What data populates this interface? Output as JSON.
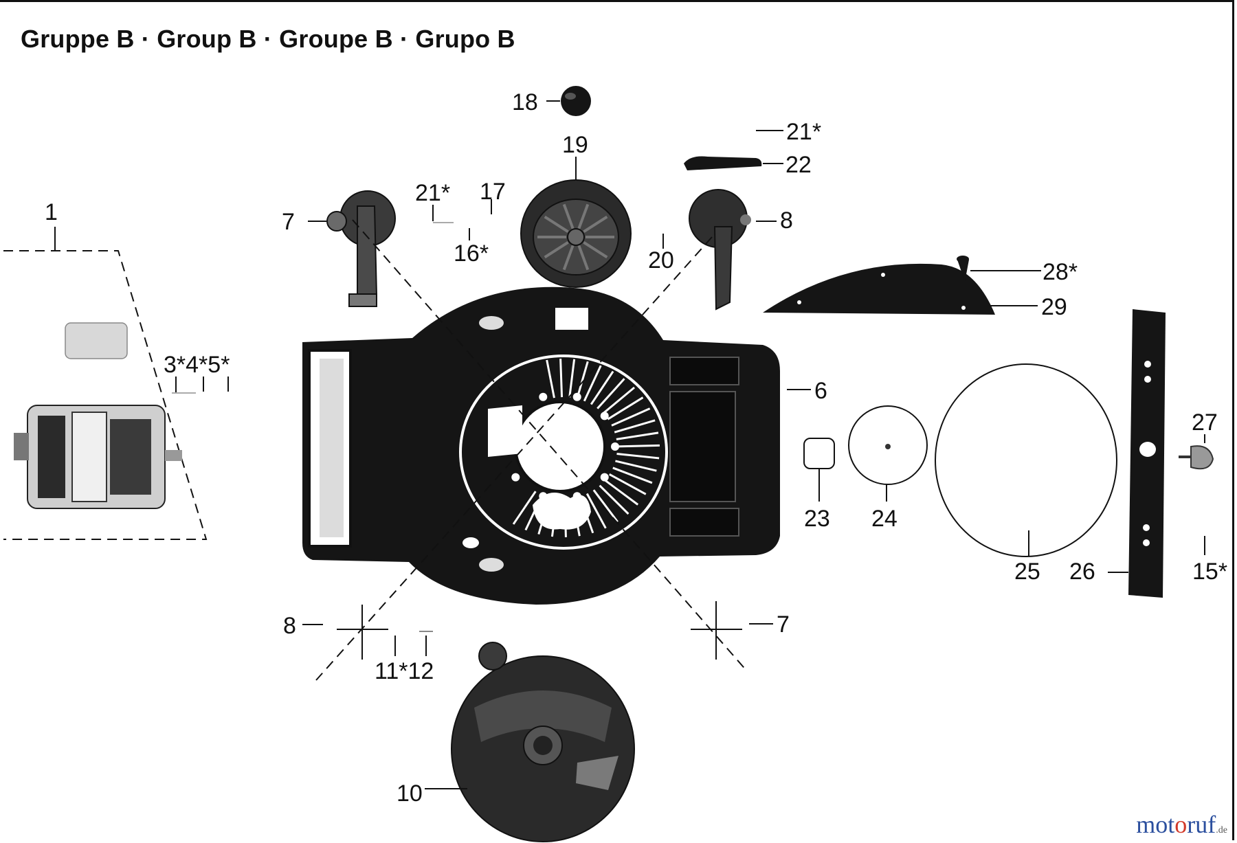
{
  "title": "Gruppe B · Group B · Groupe B · Grupo B",
  "labels": [
    {
      "id": "1",
      "text": "1"
    },
    {
      "id": "3-4-5",
      "text": "3*4*5*"
    },
    {
      "id": "6",
      "text": "6"
    },
    {
      "id": "7-top",
      "text": "7"
    },
    {
      "id": "7-bottom",
      "text": "7"
    },
    {
      "id": "8-top",
      "text": "8"
    },
    {
      "id": "8-bottom",
      "text": "8"
    },
    {
      "id": "10",
      "text": "10"
    },
    {
      "id": "11-12",
      "text": "11*12"
    },
    {
      "id": "15",
      "text": "15*"
    },
    {
      "id": "16",
      "text": "16*"
    },
    {
      "id": "17",
      "text": "17"
    },
    {
      "id": "18",
      "text": "18"
    },
    {
      "id": "19",
      "text": "19"
    },
    {
      "id": "20",
      "text": "20"
    },
    {
      "id": "21-left",
      "text": "21*"
    },
    {
      "id": "21-right",
      "text": "21*"
    },
    {
      "id": "22",
      "text": "22"
    },
    {
      "id": "23",
      "text": "23"
    },
    {
      "id": "24",
      "text": "24"
    },
    {
      "id": "25",
      "text": "25"
    },
    {
      "id": "26",
      "text": "26"
    },
    {
      "id": "27",
      "text": "27"
    },
    {
      "id": "28",
      "text": "28*"
    },
    {
      "id": "29",
      "text": "29"
    }
  ],
  "watermark": {
    "part1": "mot",
    "part2": "o",
    "part3": "ruf",
    "suffix": ".de"
  }
}
